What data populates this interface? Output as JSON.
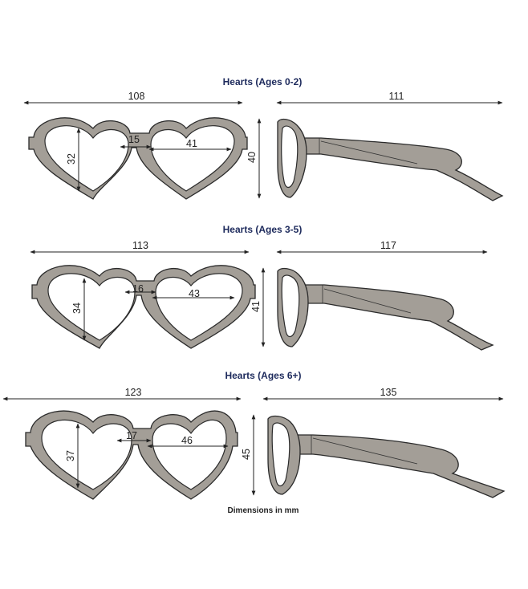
{
  "colors": {
    "title": "#1d2a5c",
    "frame": "#a39e97",
    "outline": "#2b2b2b"
  },
  "sections": [
    {
      "title": "Hearts (Ages 0-2)",
      "total_width": "108",
      "temple_length": "111",
      "bridge": "15",
      "lens_width": "41",
      "lens_height": "32",
      "frame_height": "40"
    },
    {
      "title": "Hearts (Ages 3-5)",
      "total_width": "113",
      "temple_length": "117",
      "bridge": "16",
      "lens_width": "43",
      "lens_height": "34",
      "frame_height": "41"
    },
    {
      "title": "Hearts (Ages 6+)",
      "total_width": "123",
      "temple_length": "135",
      "bridge": "17",
      "lens_width": "46",
      "lens_height": "37",
      "frame_height": "45"
    }
  ],
  "footer": "Dimensions in mm"
}
